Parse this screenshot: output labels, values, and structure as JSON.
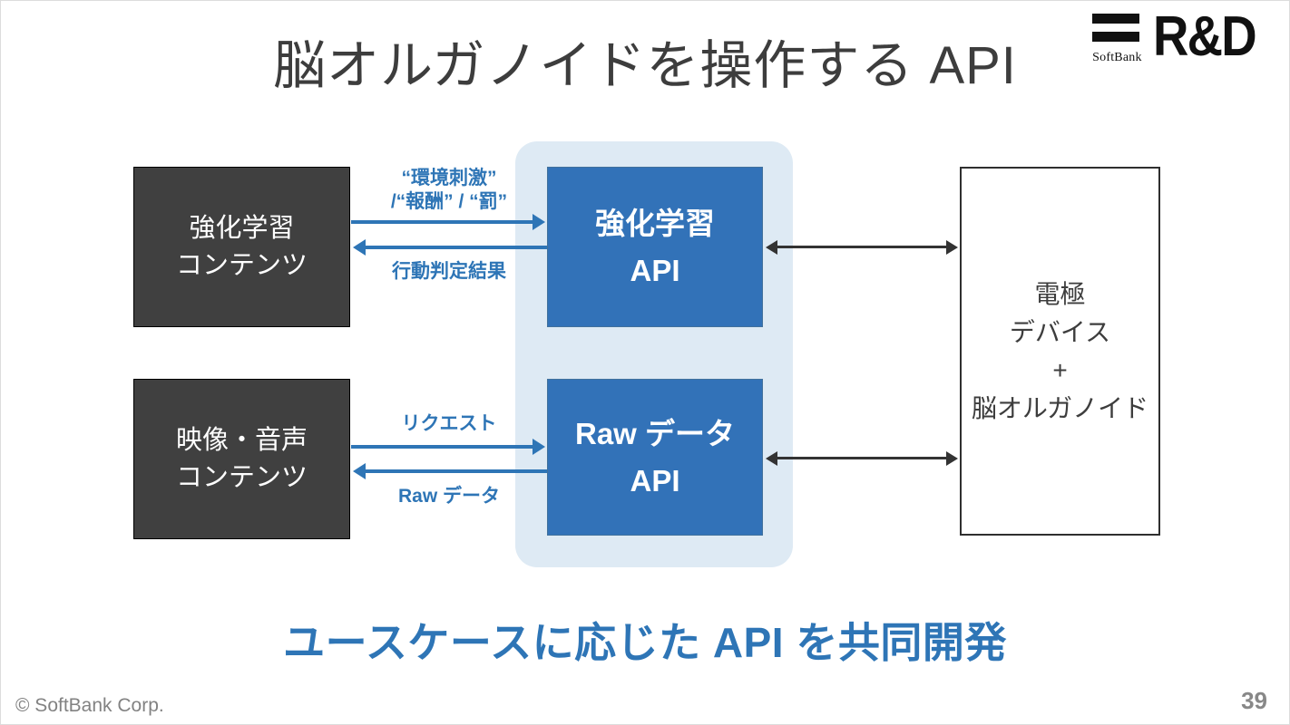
{
  "slide": {
    "title": "脳オルガノイドを操作する API",
    "tagline": "ユースケースに応じた API を共同開発",
    "copyright": "© SoftBank Corp.",
    "page_number": "39"
  },
  "logo": {
    "brand": "SoftBank",
    "division": "R&D"
  },
  "diagram": {
    "source_boxes": [
      {
        "line1": "強化学習",
        "line2": "コンテンツ"
      },
      {
        "line1": "映像・音声",
        "line2": "コンテンツ"
      }
    ],
    "api_boxes": [
      {
        "line1": "強化学習",
        "line2": "API"
      },
      {
        "line1": "Raw データ",
        "line2": "API"
      }
    ],
    "device_box": {
      "line1": "電極",
      "line2": "デバイス",
      "line3": "+",
      "line4": "脳オルガノイド"
    },
    "labels": {
      "rl_request_line1": "“環境刺激”",
      "rl_request_line2": "/“報酬” / “罰”",
      "rl_response": "行動判定結果",
      "raw_request": "リクエスト",
      "raw_response": "Raw データ"
    }
  },
  "colors": {
    "accent_blue": "#2E75B6",
    "api_box_blue": "#3272B8",
    "api_box_border": "#41719C",
    "panel_light_blue": "#DEEAF4",
    "source_box_dark": "#404040",
    "arrow_dark": "#333333"
  }
}
